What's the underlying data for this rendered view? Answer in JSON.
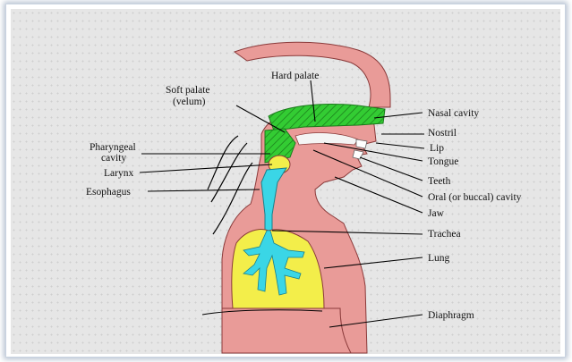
{
  "colors": {
    "flesh": "#e99b98",
    "fleshStroke": "#8a3a3a",
    "nasal": "#33cc33",
    "airway": "#3ad6e6",
    "lung": "#f3ee4a",
    "panel": "#e6e6e6"
  },
  "labels": {
    "hard_palate": "Hard palate",
    "soft_palate_1": "Soft palate",
    "soft_palate_2": "(velum)",
    "nasal_cavity": "Nasal cavity",
    "nostril": "Nostril",
    "lip": "Lip",
    "tongue": "Tongue",
    "pharyngeal_1": "Pharyngeal",
    "pharyngeal_2": "cavity",
    "larynx": "Larynx",
    "esophagus": "Esophagus",
    "teeth": "Teeth",
    "oral_cavity": "Oral (or buccal) cavity",
    "jaw": "Jaw",
    "trachea": "Trachea",
    "lung": "Lung",
    "diaphragm": "Diaphragm"
  }
}
